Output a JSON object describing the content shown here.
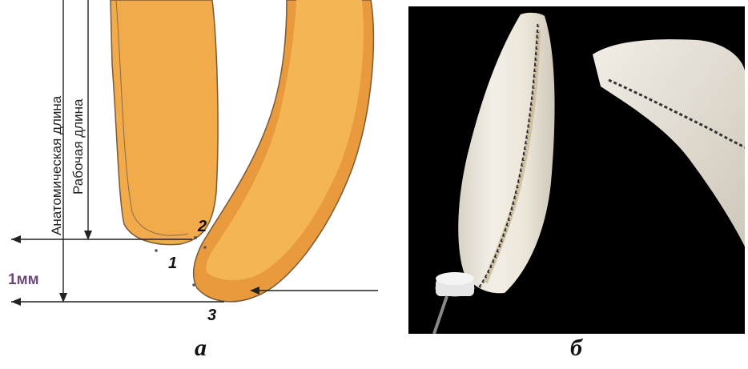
{
  "panel_a": {
    "anatomical_length_label": "Анатомическая длина",
    "working_length_label": "Рабочая длина",
    "measure_label": "1мм",
    "point_labels": [
      "1",
      "2",
      "3"
    ],
    "caption": "а"
  },
  "panel_b": {
    "caption": "б"
  },
  "colors": {
    "root_fill": "#F2AB4A",
    "root_inner": "#E9A23F",
    "root_outline": "#7A5A3A",
    "photo_bg": "#000000",
    "tooth_white": "#EFEBE2"
  }
}
